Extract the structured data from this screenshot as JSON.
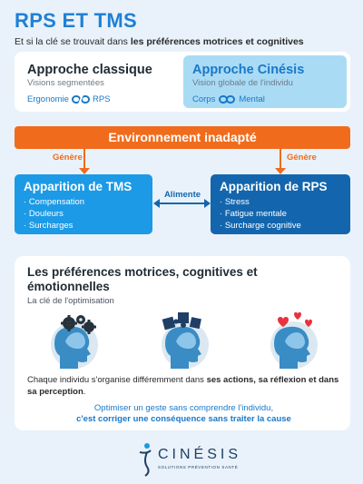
{
  "header": {
    "title": "RPS ET TMS",
    "subtitle_plain": "Et si la clé se trouvait dans ",
    "subtitle_bold": "les préférences motrices et cognitives"
  },
  "approaches": {
    "classic": {
      "title": "Approche classique",
      "subtitle": "Visions segmentées",
      "left": "Ergonomie",
      "right": "RPS",
      "link_icon": "broken-chain-icon"
    },
    "cinesis": {
      "title": "Approche Cinésis",
      "subtitle": "Vision globale de l'individu",
      "left": "Corps",
      "right": "Mental",
      "link_icon": "chain-icon"
    }
  },
  "environment": {
    "label": "Environnement inadapté",
    "generates_left": "Génère",
    "generates_right": "Génère"
  },
  "tms": {
    "title": "Apparition de TMS",
    "items": [
      "Compensation",
      "Douleurs",
      "Surcharges"
    ]
  },
  "rps": {
    "title": "Apparition de RPS",
    "items": [
      "Stress",
      "Fatigue mentale",
      "Surcharge cognitive"
    ]
  },
  "feeds": "Alimente",
  "preferences": {
    "heading": "Les préférences motrices, cognitives et émotionnelles",
    "tagline": "La clé de l'optimisation",
    "figures": [
      "gears-head-icon",
      "puzzle-head-icon",
      "hearts-head-icon"
    ],
    "desc_plain": "Chaque individu s'organise différemment dans ",
    "desc_bold": "ses actions, sa réflexion et dans sa perception",
    "desc_end": ".",
    "quote_line1": "Optimiser un  geste sans comprendre l'individu,",
    "quote_line2": "c'est corriger une conséquence sans traiter la cause"
  },
  "logo": {
    "name": "CINÉSIS",
    "tagline": "SOLUTIONS PRÉVENTION SANTÉ"
  },
  "colors": {
    "accent_blue": "#1a78c9",
    "orange": "#f06c1c",
    "tms_blue": "#1c9ae6",
    "rps_blue": "#1366ad"
  }
}
